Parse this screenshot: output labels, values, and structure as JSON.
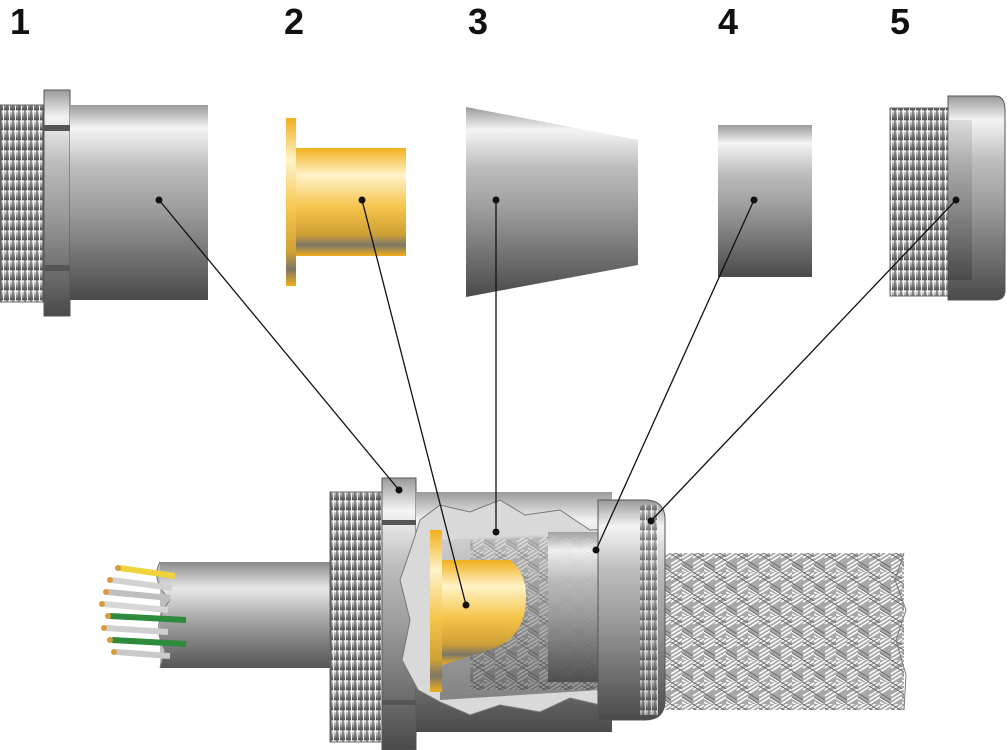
{
  "labels": [
    "1",
    "2",
    "3",
    "4",
    "5"
  ],
  "colors": {
    "metal_light": "#f2f2f2",
    "metal_mid": "#a9a9a9",
    "metal_dark": "#4a4a4a",
    "brass_light": "#fff1c2",
    "brass": "#f3b21e",
    "leader": "#111111",
    "wire_green": "#2e8b3d",
    "wire_yellow": "#f0d23c",
    "wire_copper": "#d89a3a"
  },
  "components": [
    {
      "number": "1",
      "icon": "gland-body-entry-icon"
    },
    {
      "number": "2",
      "icon": "brass-cone-ring-icon"
    },
    {
      "number": "3",
      "icon": "tapered-cone-icon"
    },
    {
      "number": "4",
      "icon": "sleeve-icon"
    },
    {
      "number": "5",
      "icon": "threaded-cap-nut-icon"
    }
  ]
}
